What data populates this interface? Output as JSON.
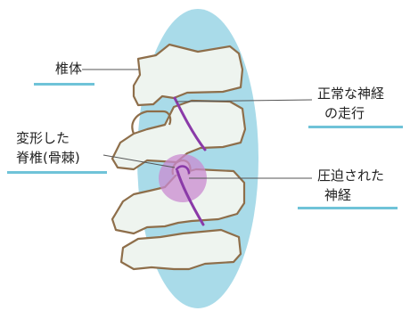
{
  "colors": {
    "disc": "#a9dbe9",
    "bone_fill": "#eef4ef",
    "bone_stroke": "#8e6e4a",
    "nerve": "#8a3aa8",
    "compression": "#c98bd0",
    "underline": "#6fc3d8",
    "leader": "#555555"
  },
  "labels": {
    "vertebral_body": "椎体",
    "normal_nerve_line1": "正常な神経",
    "normal_nerve_line2": "の走行",
    "deformed_line1": "変形した",
    "deformed_line2": "脊椎(骨棘)",
    "compressed_line1": "圧迫された",
    "compressed_line2": "神経"
  }
}
